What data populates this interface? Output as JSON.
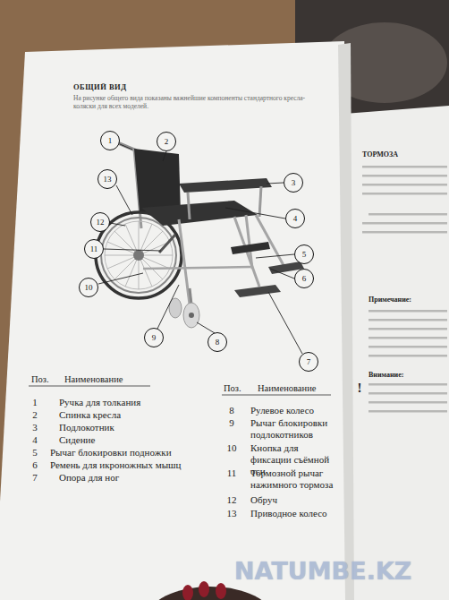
{
  "diagram": {
    "title": "ОБЩИЙ ВИД",
    "nodes": [
      {
        "text": [
          "1"
        ]
      },
      {
        "text": [
          "2"
        ]
      },
      {
        "text": [
          "3"
        ]
      },
      {
        "text": [
          "4"
        ]
      },
      {
        "text": [
          "5"
        ]
      },
      {
        "text": [
          "6"
        ]
      },
      {
        "text": [
          "7"
        ]
      },
      {
        "text": [
          "8"
        ]
      },
      {
        "text": [
          "9"
        ]
      },
      {
        "text": [
          "10"
        ]
      },
      {
        "text": [
          "11"
        ]
      },
      {
        "text": [
          "12"
        ]
      },
      {
        "text": [
          "13"
        ]
      }
    ],
    "labels": [
      "На рисунке общего вида показаны важнейшие компоненты стандартного кресла-коляски для всех моделей.",
      "Поз.",
      "Наименование",
      "1",
      "Ручка для толкания",
      "2",
      "Спинка кресла",
      "3",
      "Подлокотник",
      "4",
      "Сидение",
      "5",
      "Рычаг блокировки подножки",
      "6",
      "Ремень для икроножных мышц",
      "7",
      "Опора для ног",
      "Поз.",
      "Наименование",
      "8",
      "Рулевое колесо",
      "9",
      "Рычаг блокировки подлокотников",
      "10",
      "Кнопка для фиксации съёмной оси",
      "11",
      "Тормозной рычаг нажимного тормоза",
      "12",
      "Обруч",
      "13",
      "Приводное колесо",
      "ТОРМОЗА",
      "Примечание:",
      "Внимание:",
      "!",
      "NATUMBE.KZ"
    ]
  }
}
